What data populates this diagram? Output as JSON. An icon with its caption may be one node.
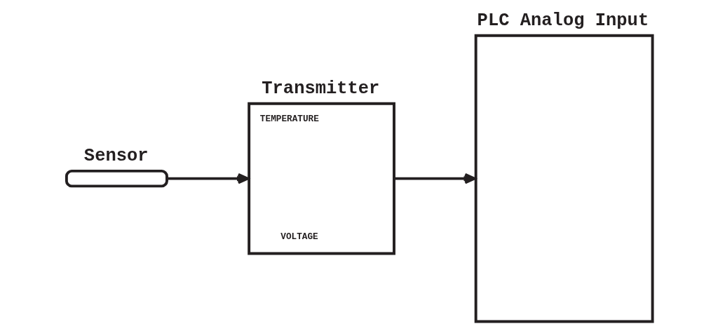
{
  "diagram": {
    "nodes": [
      {
        "text": [
          "Sensor"
        ]
      },
      {
        "text": [
          "Transmitter",
          "TEMPERATURE",
          "VOLTAGE"
        ]
      },
      {
        "text": [
          "PLC Analog Input"
        ]
      }
    ],
    "edges": [
      {
        "from": 0,
        "to": 1,
        "arrow": "to"
      },
      {
        "from": 1,
        "to": 2,
        "arrow": "to"
      }
    ]
  }
}
